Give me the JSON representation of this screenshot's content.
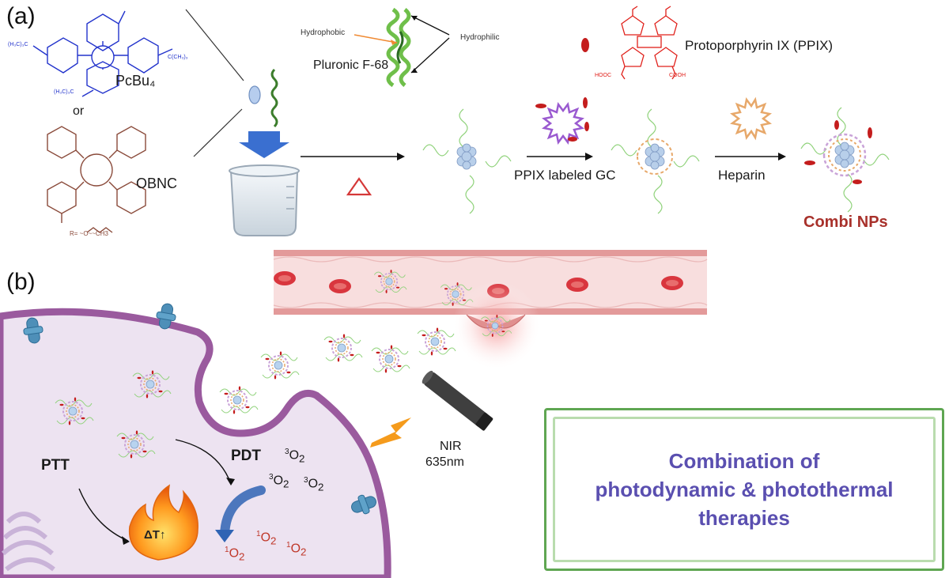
{
  "panel_labels": {
    "a": "(a)",
    "b": "(b)"
  },
  "molecules": {
    "pcbu4": "PcBu₄",
    "or": "or",
    "obnc": "OBNC",
    "obnc_r_group": "R= ~O~~CH3",
    "pluronic": "Pluronic F-68",
    "hydrophobic": "Hydrophobic",
    "hydrophilic": "Hydrophilic",
    "ppix": "Protoporphyrin IX (PPIX)",
    "ppix_cooh_left": "HOOC",
    "ppix_cooh_right": "COOH"
  },
  "steps": {
    "ppix_labeled_gc": "PPIX labeled GC",
    "heparin": "Heparin",
    "combi_nps": "Combi NPs"
  },
  "panel_b": {
    "nir_line1": "NIR",
    "nir_line2": "635nm",
    "ptt": "PTT",
    "pdt": "PDT",
    "delta_t": "ΔT↑",
    "triplet_oxygen": "O",
    "triplet_sup": "3",
    "sub2": "2",
    "singlet_sup": "1"
  },
  "summary": {
    "line1": "Combination of",
    "line2": "photodynamic & photothermal",
    "line3": "therapies"
  },
  "colors": {
    "pc_blue": "#2233cc",
    "obnc_brown": "#8a4a3a",
    "ppix_red": "#e0201a",
    "pluronic_green": "#6fbf4a",
    "cell_fill": "#ede3f1",
    "cell_membrane": "#9a5a9e",
    "vessel": "#f6d7d7",
    "rbc": "#d9363e",
    "summary_text": "#5a4fb0",
    "summary_border": "#5fa652",
    "combi_text": "#a8312b"
  }
}
